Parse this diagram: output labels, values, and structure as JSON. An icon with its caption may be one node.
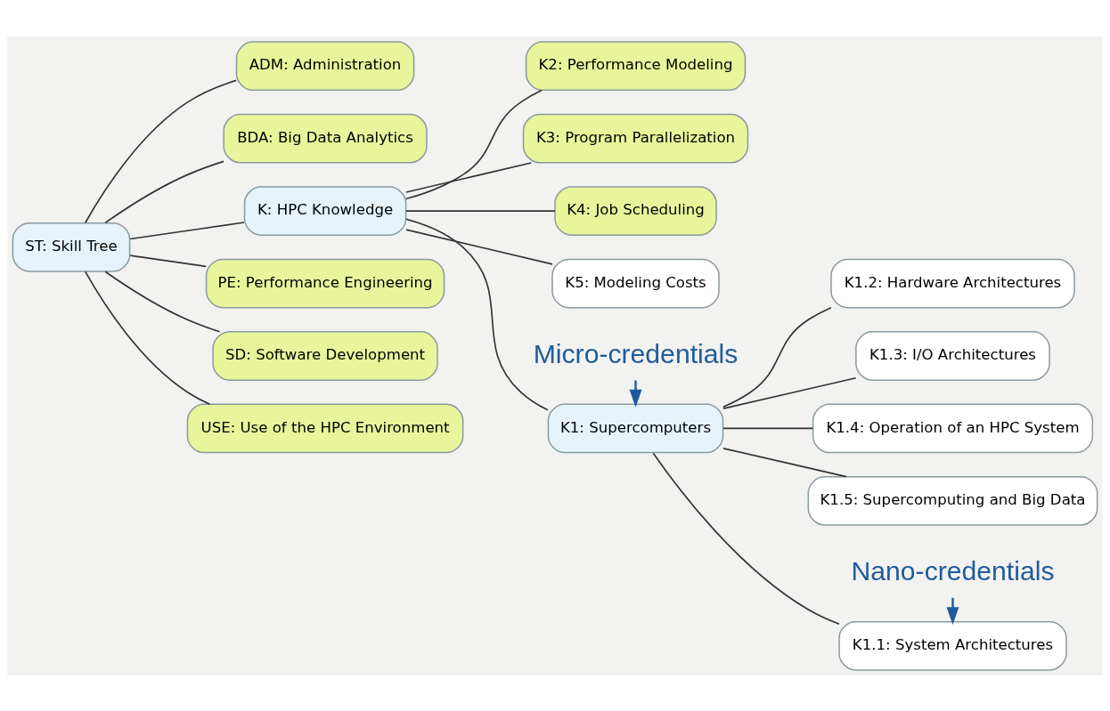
{
  "diagram": {
    "nodes": [
      {
        "text": [
          "ST: Skill Tree"
        ]
      },
      {
        "text": [
          "ADM: Administration"
        ]
      },
      {
        "text": [
          "BDA: Big Data Analytics"
        ]
      },
      {
        "text": [
          "K: HPC Knowledge"
        ]
      },
      {
        "text": [
          "PE: Performance Engineering"
        ]
      },
      {
        "text": [
          "SD: Software Development"
        ]
      },
      {
        "text": [
          "USE: Use of the HPC Environment"
        ]
      },
      {
        "text": [
          "K1: Supercomputers"
        ]
      },
      {
        "text": [
          "K2: Performance Modeling"
        ]
      },
      {
        "text": [
          "K3: Program Parallelization"
        ]
      },
      {
        "text": [
          "K4: Job Scheduling"
        ]
      },
      {
        "text": [
          "K5: Modeling Costs"
        ]
      },
      {
        "text": [
          "K1.1: System Architectures"
        ]
      },
      {
        "text": [
          "K1.2: Hardware Architectures"
        ]
      },
      {
        "text": [
          "K1.3: I/O Architectures"
        ]
      },
      {
        "text": [
          "K1.4: Operation of an HPC System"
        ]
      },
      {
        "text": [
          "K1.5: Supercomputing and Big Data"
        ]
      },
      {
        "text": [
          "Micro-credentials"
        ]
      },
      {
        "text": [
          "Nano-credentials"
        ]
      }
    ],
    "edges": [
      {
        "from": 0,
        "to": 1,
        "arrow": "none"
      },
      {
        "from": 0,
        "to": 2,
        "arrow": "none"
      },
      {
        "from": 0,
        "to": 3,
        "arrow": "none"
      },
      {
        "from": 0,
        "to": 4,
        "arrow": "none"
      },
      {
        "from": 0,
        "to": 5,
        "arrow": "none"
      },
      {
        "from": 0,
        "to": 6,
        "arrow": "none"
      },
      {
        "from": 3,
        "to": 7,
        "arrow": "none"
      },
      {
        "from": 3,
        "to": 8,
        "arrow": "none"
      },
      {
        "from": 3,
        "to": 9,
        "arrow": "none"
      },
      {
        "from": 3,
        "to": 10,
        "arrow": "none"
      },
      {
        "from": 3,
        "to": 11,
        "arrow": "none"
      },
      {
        "from": 7,
        "to": 12,
        "arrow": "none"
      },
      {
        "from": 7,
        "to": 13,
        "arrow": "none"
      },
      {
        "from": 7,
        "to": 14,
        "arrow": "none"
      },
      {
        "from": 7,
        "to": 15,
        "arrow": "none"
      },
      {
        "from": 7,
        "to": 16,
        "arrow": "none"
      },
      {
        "from": 17,
        "to": 7,
        "arrow": "to",
        "color": "#1f5b9c"
      },
      {
        "from": 18,
        "to": 12,
        "arrow": "to",
        "color": "#1f5b9c"
      }
    ]
  }
}
